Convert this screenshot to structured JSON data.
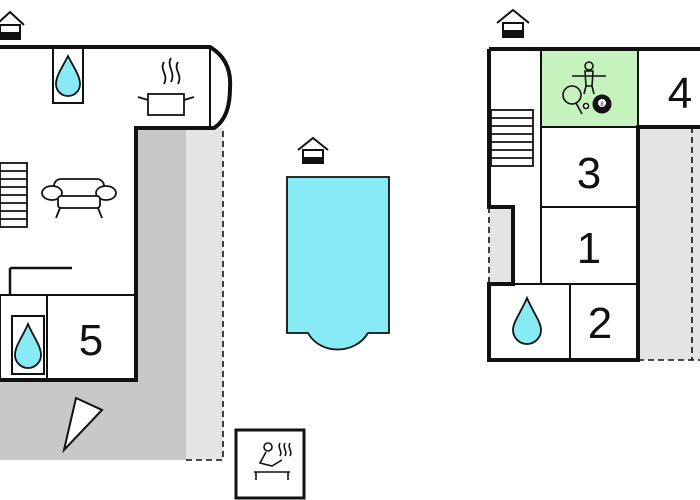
{
  "floorplan": {
    "rooms": [
      {
        "id": "room-5",
        "label": "5"
      },
      {
        "id": "room-3",
        "label": "3"
      },
      {
        "id": "room-1",
        "label": "1"
      },
      {
        "id": "room-2",
        "label": "2"
      },
      {
        "id": "room-4",
        "label": "4"
      }
    ],
    "icons": [
      "entrance-house-icon",
      "water-drop-icon",
      "cooking-pot-icon",
      "stairs-icon",
      "sofa-icon",
      "pool-icon",
      "sauna-icon",
      "table-football-icon",
      "table-tennis-icon",
      "billiard-ball-icon",
      "garden-direction-icon"
    ],
    "colors": {
      "wall": "#111111",
      "terrace": "#c8c8c8",
      "outdoor_area": "#e4e4e4",
      "pool_water": "#88eaf4",
      "activity_room": "#c6f2bd",
      "background": "#ffffff"
    }
  }
}
